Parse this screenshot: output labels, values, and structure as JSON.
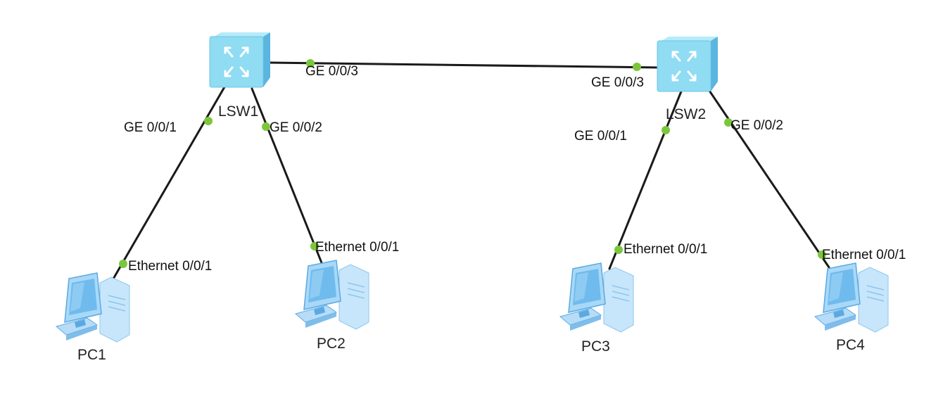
{
  "colors": {
    "link": "#1a1a1a",
    "port_dot": "#7cc63c",
    "switch_front": "#8fdcf3",
    "switch_side": "#5ab6de",
    "pc_body": "#a9d8f7",
    "pc_screen": "#6fbbee"
  },
  "devices": {
    "lsw1": {
      "name": "LSW1",
      "icon": "switch-icon"
    },
    "lsw2": {
      "name": "LSW2",
      "icon": "switch-icon"
    },
    "pc1": {
      "name": "PC1",
      "icon": "pc-icon"
    },
    "pc2": {
      "name": "PC2",
      "icon": "pc-icon"
    },
    "pc3": {
      "name": "PC3",
      "icon": "pc-icon"
    },
    "pc4": {
      "name": "PC4",
      "icon": "pc-icon"
    }
  },
  "ports": {
    "lsw1_ge003": "GE 0/0/3",
    "lsw2_ge003": "GE 0/0/3",
    "lsw1_ge001": "GE 0/0/1",
    "lsw1_ge002": "GE 0/0/2",
    "lsw2_ge001": "GE 0/0/1",
    "lsw2_ge002": "GE 0/0/2",
    "pc1_eth": "Ethernet 0/0/1",
    "pc2_eth": "Ethernet 0/0/1",
    "pc3_eth": "Ethernet 0/0/1",
    "pc4_eth": "Ethernet 0/0/1"
  }
}
